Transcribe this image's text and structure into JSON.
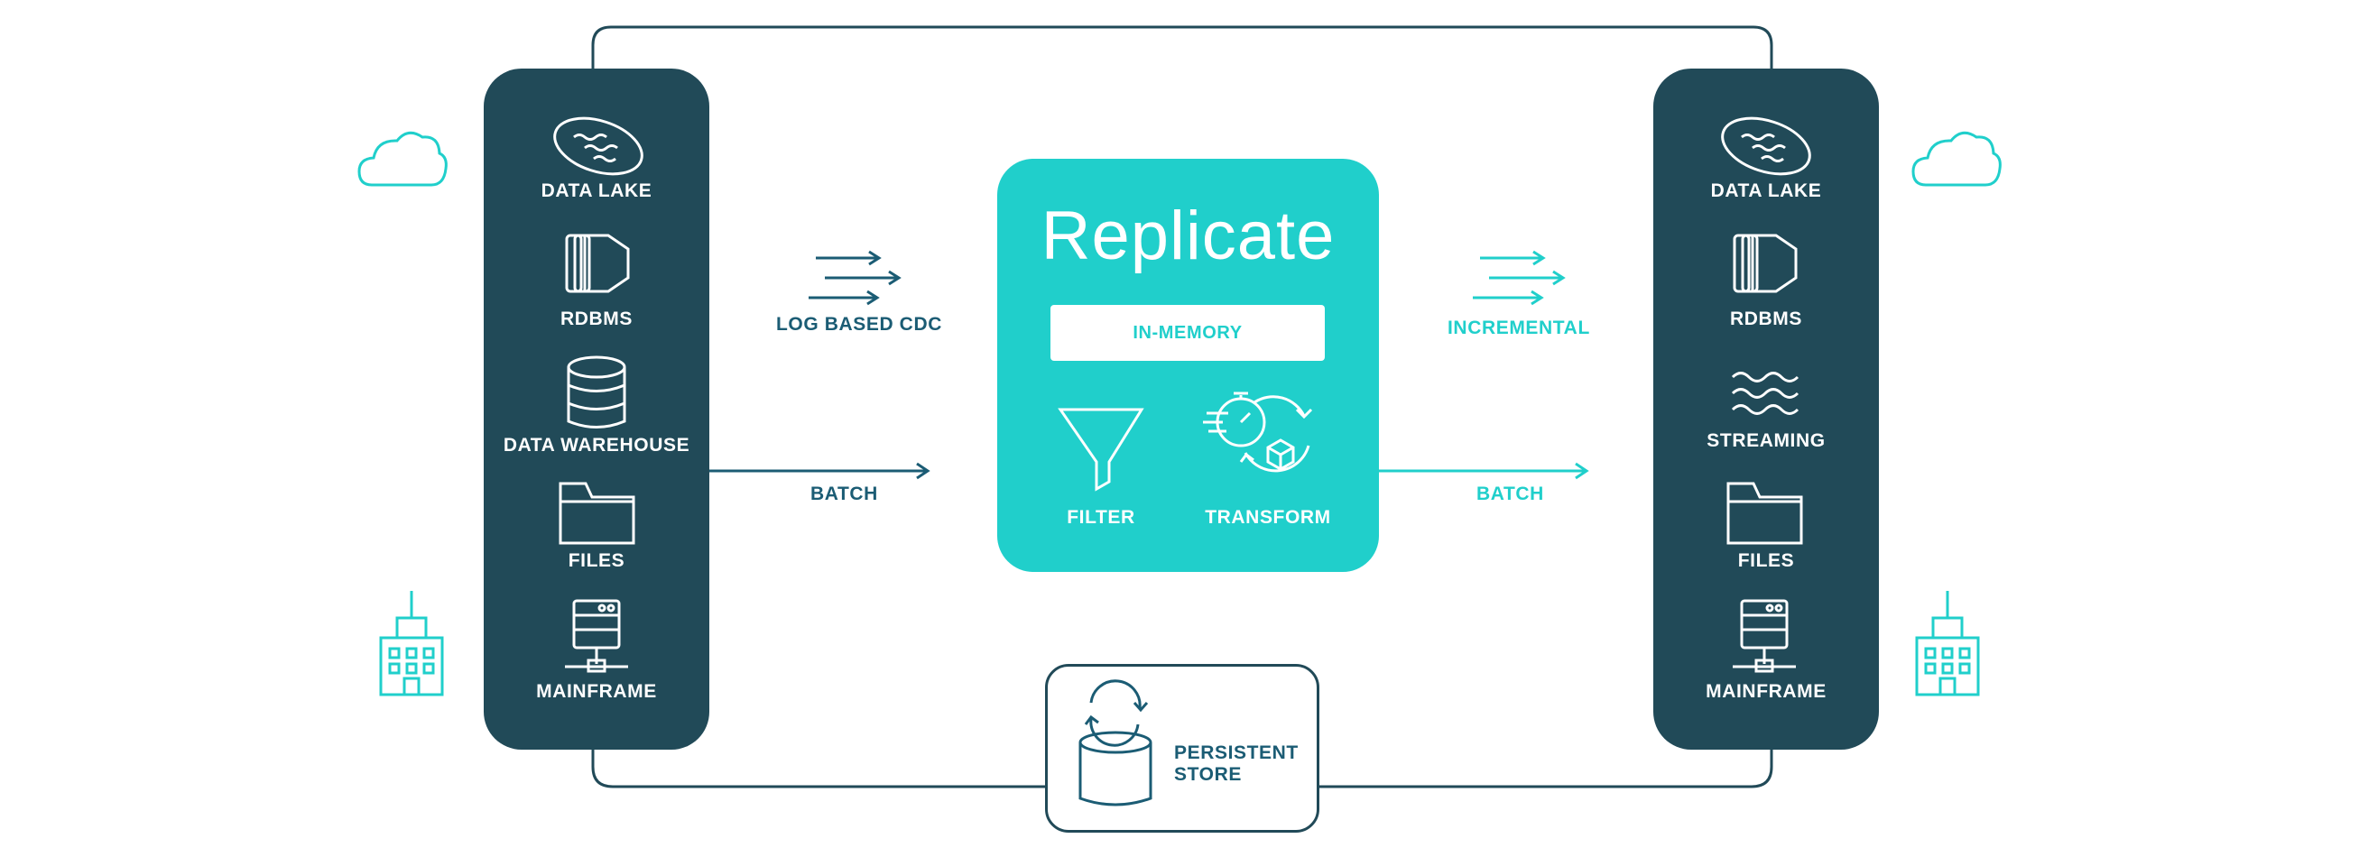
{
  "diagram": {
    "title": "Replicate",
    "in_memory_label": "IN-MEMORY",
    "filter_label": "FILTER",
    "transform_label": "TRANSFORM",
    "left_panel": {
      "items": [
        {
          "label": "DATA LAKE",
          "icon": "data-lake-icon"
        },
        {
          "label": "RDBMS",
          "icon": "rdbms-icon"
        },
        {
          "label": "DATA WAREHOUSE",
          "icon": "data-warehouse-icon"
        },
        {
          "label": "FILES",
          "icon": "folder-icon"
        },
        {
          "label": "MAINFRAME",
          "icon": "mainframe-icon"
        }
      ]
    },
    "right_panel": {
      "items": [
        {
          "label": "DATA LAKE",
          "icon": "data-lake-icon"
        },
        {
          "label": "RDBMS",
          "icon": "rdbms-icon"
        },
        {
          "label": "STREAMING",
          "icon": "streaming-icon"
        },
        {
          "label": "FILES",
          "icon": "folder-icon"
        },
        {
          "label": "MAINFRAME",
          "icon": "mainframe-icon"
        }
      ]
    },
    "inbound": {
      "cdc_label": "LOG BASED CDC",
      "batch_label": "BATCH"
    },
    "outbound": {
      "incremental_label": "INCREMENTAL",
      "batch_label": "BATCH"
    },
    "persistent_store": {
      "line1": "PERSISTENT",
      "line2": "STORE"
    },
    "colors": {
      "panel": "#214a58",
      "accent_teal": "#20cfcb",
      "label_dark": "#1b5c74"
    }
  }
}
